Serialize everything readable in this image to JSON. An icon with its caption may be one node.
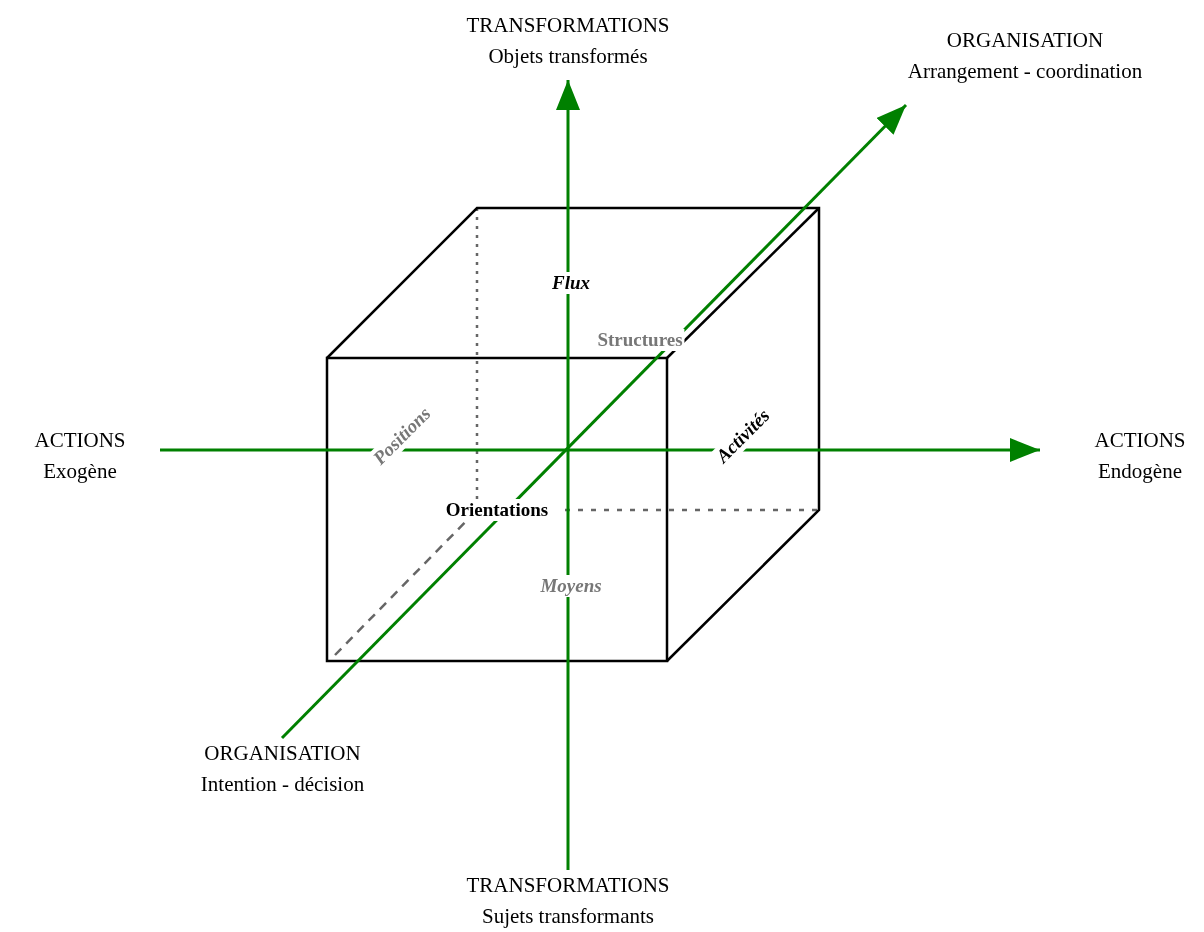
{
  "diagram": {
    "nodes": [
      {
        "text": [
          "TRANSFORMATIONS",
          "Objets transformés"
        ]
      },
      {
        "text": [
          "ORGANISATION",
          "Arrangement - coordination"
        ]
      },
      {
        "text": [
          "ACTIONS",
          "Exogène"
        ]
      },
      {
        "text": [
          "ACTIONS",
          "Endogène"
        ]
      },
      {
        "text": [
          "ORGANISATION",
          "Intention - décision"
        ]
      },
      {
        "text": [
          "TRANSFORMATIONS",
          "Sujets transformants"
        ]
      }
    ],
    "edges": [
      {
        "from": 2,
        "to": 3,
        "arrow": "to"
      },
      {
        "from": 5,
        "to": 0,
        "arrow": "to"
      },
      {
        "from": 4,
        "to": 1,
        "arrow": "to"
      }
    ],
    "labels": [
      "Flux",
      "Structures",
      "Positions",
      "Activités",
      "Orientations",
      "Moyens"
    ]
  }
}
